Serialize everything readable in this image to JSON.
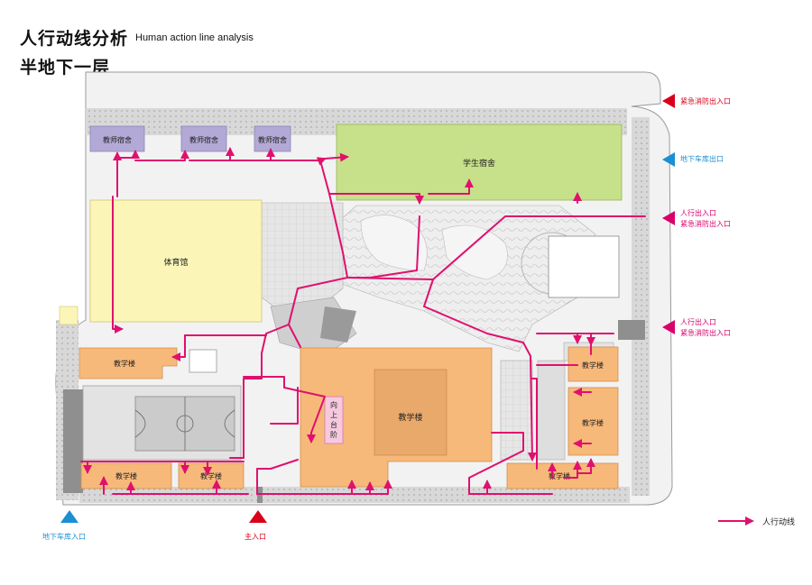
{
  "header": {
    "title_cn": "人行动线分析",
    "title_en": "Human action line analysis",
    "subtitle": "半地下一层"
  },
  "buildings": {
    "teacher_dorm_1": "教师宿舍",
    "teacher_dorm_2": "教师宿舍",
    "teacher_dorm_3": "教师宿舍",
    "student_dorm": "学生宿舍",
    "gym": "体育馆",
    "teaching_1": "教学楼",
    "teaching_2": "教学楼",
    "teaching_3": "教学楼",
    "teaching_main": "教学楼",
    "teaching_r1": "教学楼",
    "teaching_r2": "教学楼",
    "teaching_r3": "教学楼",
    "steps_1": "向",
    "steps_2": "上",
    "steps_3": "台",
    "steps_4": "阶"
  },
  "entrances": {
    "fire_exit": "紧急消防出入口",
    "garage_exit": "地下车库出口",
    "ped_1_a": "人行出入口",
    "ped_1_b": "紧急消防出入口",
    "ped_2_a": "人行出入口",
    "ped_2_b": "紧急消防出入口",
    "garage_entrance": "地下车库入口",
    "main_entrance": "主入口"
  },
  "legend": {
    "pedestrian_line": "人行动线"
  },
  "colors": {
    "route": "#e0106e",
    "teaching": "#f7b97a",
    "student_dorm": "#c7e08a",
    "teacher_dorm": "#b3a9d6",
    "gym": "#fbf6b8",
    "entry_red": "#d9001b",
    "entry_pink": "#d9006c",
    "entry_blue": "#1a8fd1"
  }
}
